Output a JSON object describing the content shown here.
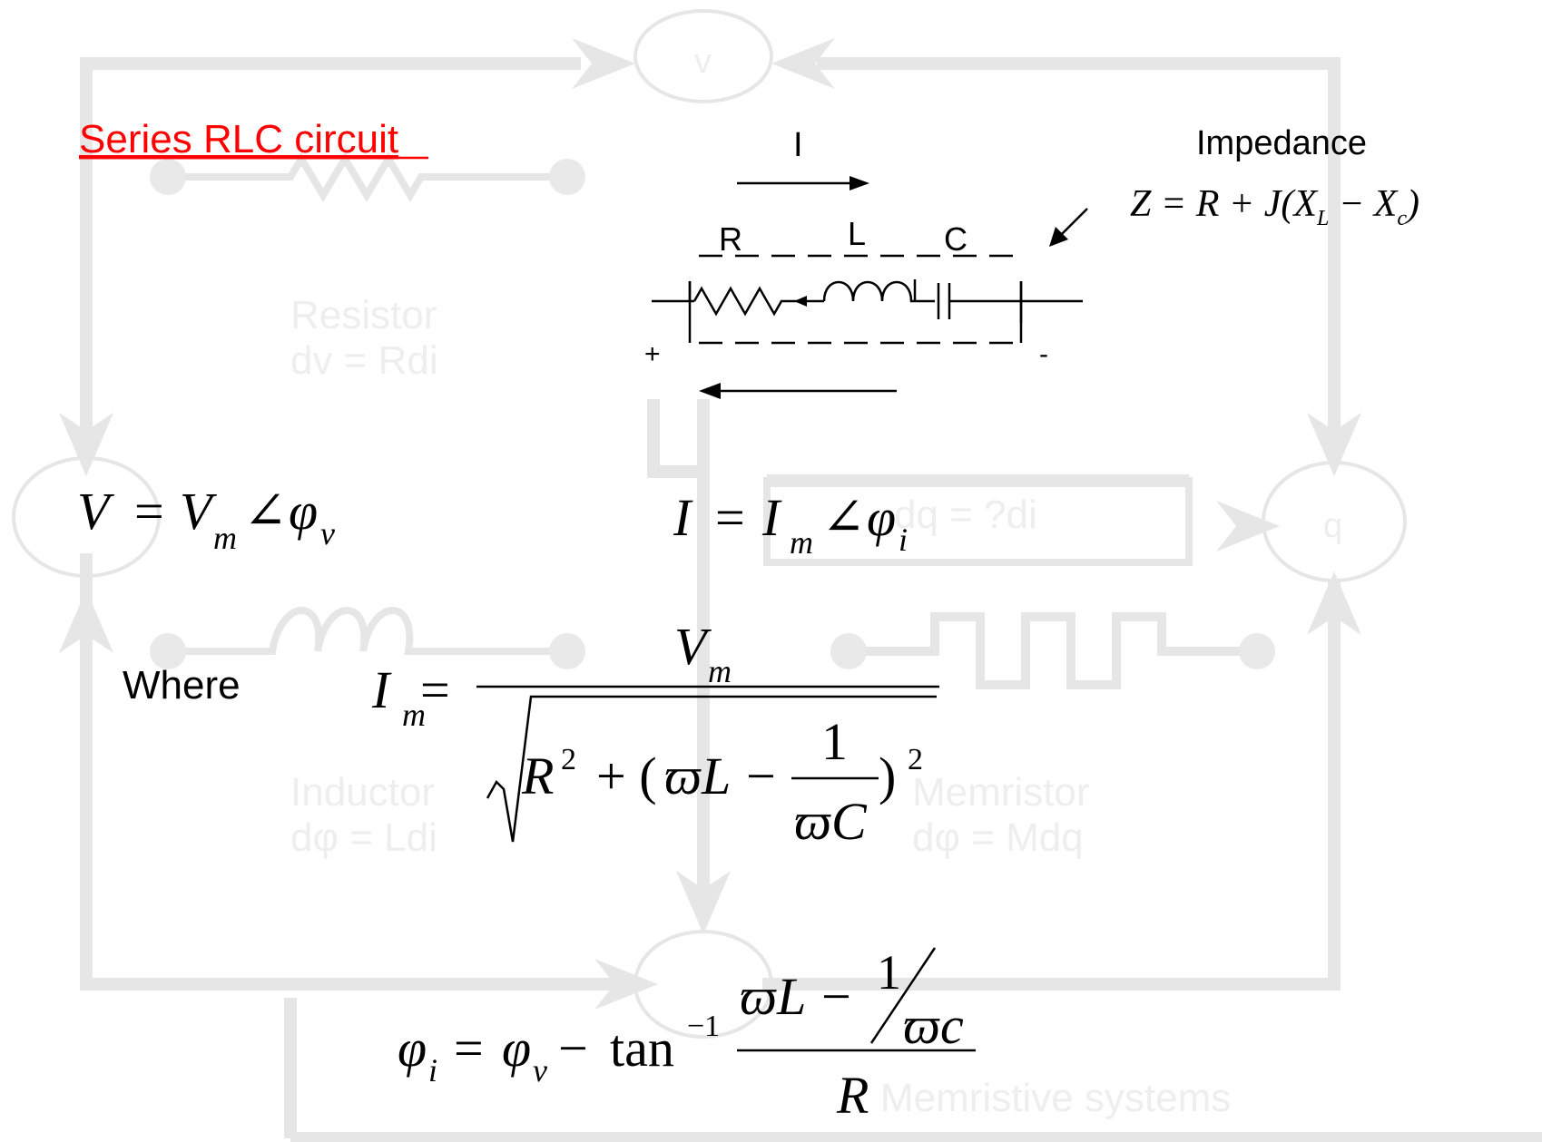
{
  "title": "Series RLC circuit",
  "circuit": {
    "current_label": "I",
    "impedance_label": "Impedance",
    "impedance_formula": "Z = R + J(X_L − X_c)",
    "components": [
      "R",
      "L",
      "C"
    ],
    "plus": "+",
    "minus": "-"
  },
  "equations": {
    "voltage": "V = V_m∠φ_v",
    "current": "I = I_m∠φ_i",
    "where": "Where",
    "magnitude": "I_m = V_m / √(R² + (ϖL − 1/(ϖC))²)",
    "phase": "φ_i = φ_v − tan⁻¹ ((ϖL − 1/ϖc) / R)"
  },
  "background_watermark": {
    "labels": [
      "v",
      "q",
      "Resistor",
      "dv = Rdi",
      "dq = ?di",
      "Inductor",
      "dφ = Ldi",
      "Memristor",
      "dφ = Mdq",
      "Memristive systems"
    ]
  },
  "colors": {
    "title": "#ff0000",
    "ink": "#000000",
    "watermark": "#e6e6e6"
  }
}
